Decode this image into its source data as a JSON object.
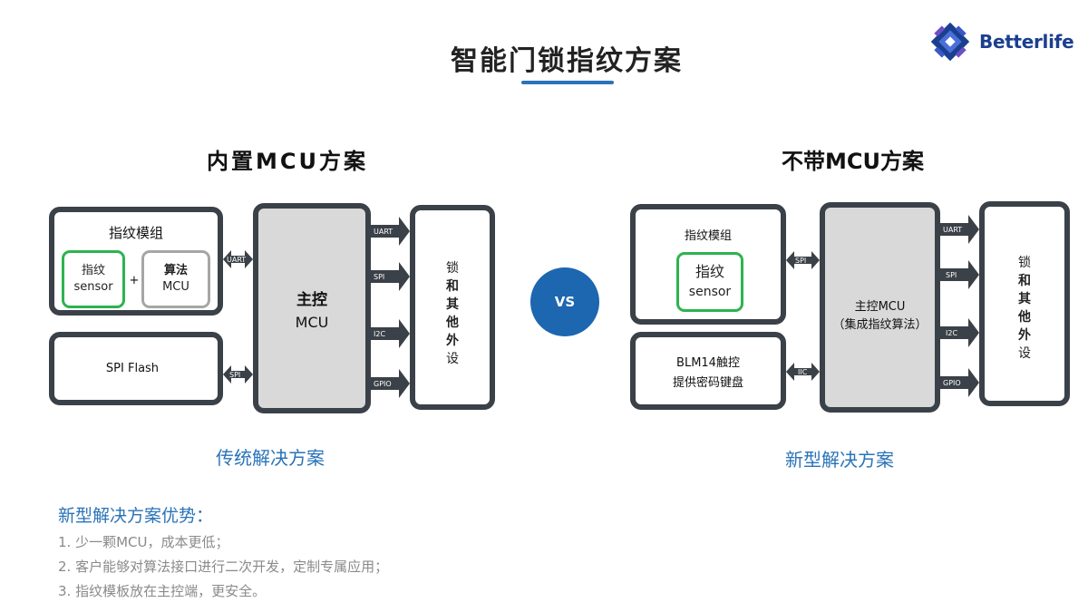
{
  "title": "智能门锁指纹方案",
  "logo": {
    "text": "Betterlife",
    "icon": "betterlife-logo-icon"
  },
  "left": {
    "section_title": "内置MCU方案",
    "fingerprint_module": {
      "title": "指纹模组",
      "sensor_line1": "指纹",
      "sensor_line2": "sensor",
      "plus": "+",
      "mcu_line1": "算法",
      "mcu_line2": "MCU"
    },
    "spi_flash": "SPI Flash",
    "main_ctrl_line1": "主控",
    "main_ctrl_line2": "MCU",
    "peripheral_chars": [
      "锁",
      "和",
      "其",
      "他",
      "外",
      "设"
    ],
    "tags": {
      "uart_left": "UART",
      "spi_left": "SPI",
      "uart": "UART",
      "spi": "SPI",
      "i2c": "I2C",
      "gpio": "GPIO"
    },
    "caption": "传统解决方案"
  },
  "vs": "VS",
  "right": {
    "section_title": "不带MCU方案",
    "fingerprint_module": {
      "title": "指纹模组",
      "sensor_line1": "指纹",
      "sensor_line2": "sensor"
    },
    "touch_line1": "BLM14触控",
    "touch_line2": "提供密码键盘",
    "main_ctrl_line1": "主控MCU",
    "main_ctrl_line2": "（集成指纹算法）",
    "peripheral_chars": [
      "锁",
      "和",
      "其",
      "他",
      "外",
      "设"
    ],
    "tags": {
      "spi_left": "SPI",
      "iic_left": "IIC",
      "uart": "UART",
      "spi": "SPI",
      "i2c": "I2C",
      "gpio": "GPIO"
    },
    "caption": "新型解决方案"
  },
  "advantages": {
    "title": "新型解决方案优势：",
    "items": [
      "1. 少一颗MCU，成本更低；",
      "2. 客户能够对算法接口进行二次开发，定制专属应用；",
      "3. 指纹模板放在主控端，更安全。"
    ]
  },
  "colors": {
    "accent": "#2a73b8",
    "vs": "#1d66b0",
    "box_border": "#3b4148",
    "sensor_border": "#2db34f",
    "mcu_border": "#a6a6a6",
    "grey_fill": "#d9d9d9"
  }
}
